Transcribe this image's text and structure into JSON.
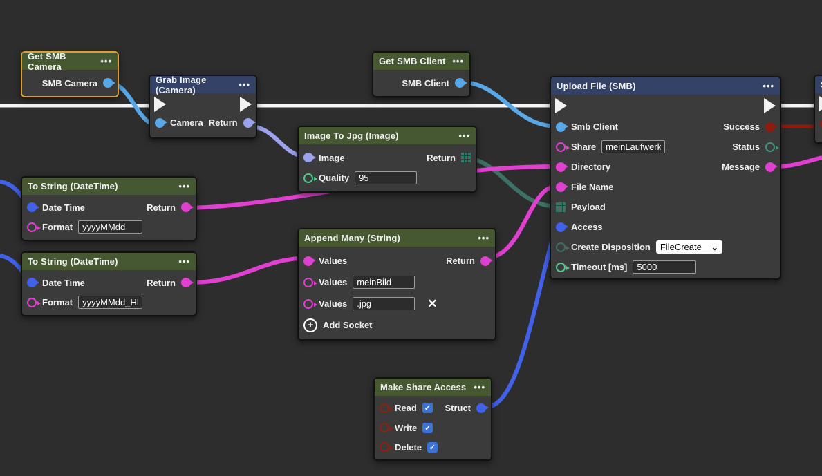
{
  "icons": {
    "menu": "•••",
    "check": "✓",
    "delete": "✕",
    "add": "+",
    "chevron": "⌄"
  },
  "colors": {
    "canvas_bg": "#2d2d2d",
    "node_bg": "#3b3b3b",
    "header_green": "#455831",
    "header_blue": "#344268",
    "selection_orange": "#dd9e33",
    "wire_exec_white": "#f2f2f2",
    "wire_light_blue": "#58a8e8",
    "wire_periwinkle": "#9ba3ed",
    "wire_magenta": "#e040d0",
    "wire_teal": "#3c7265",
    "wire_royal_blue": "#4161e8",
    "wire_dark_red": "#8e1d10",
    "pin_green_ring": "#4fc98c",
    "pin_teal": "#2f7a68",
    "checkbox_blue": "#3a72d8"
  },
  "nodes": {
    "get_smb_camera": {
      "title": "Get SMB Camera",
      "output_label": "SMB Camera",
      "selected": true
    },
    "grab_image": {
      "title": "Grab Image (Camera)",
      "input_label": "Camera",
      "output_label": "Return"
    },
    "get_smb_client": {
      "title": "Get SMB Client",
      "output_label": "SMB Client"
    },
    "image_to_jpg": {
      "title": "Image To Jpg (Image)",
      "input_label": "Image",
      "output_label": "Return",
      "quality_label": "Quality",
      "quality_value": "95"
    },
    "to_string_1": {
      "title": "To String (DateTime)",
      "datetime_label": "Date Time",
      "return_label": "Return",
      "format_label": "Format",
      "format_value": "yyyyMMdd"
    },
    "to_string_2": {
      "title": "To String (DateTime)",
      "datetime_label": "Date Time",
      "return_label": "Return",
      "format_label": "Format",
      "format_value": "yyyyMMdd_HH"
    },
    "append_many": {
      "title": "Append Many (String)",
      "values_label": "Values",
      "return_label": "Return",
      "value_fields": [
        "meinBild",
        ".jpg"
      ],
      "add_socket_label": "Add Socket"
    },
    "upload_file": {
      "title": "Upload File (SMB)",
      "inputs": {
        "smb_client": "Smb Client",
        "share": "Share",
        "share_value": "meinLaufwerk",
        "directory": "Directory",
        "file_name": "File Name",
        "payload": "Payload",
        "access": "Access",
        "create_disposition": "Create Disposition",
        "create_disposition_value": "FileCreate",
        "timeout": "Timeout [ms]",
        "timeout_value": "5000"
      },
      "outputs": {
        "success": "Success",
        "status": "Status",
        "message": "Message"
      }
    },
    "make_share_access": {
      "title": "Make Share Access",
      "read_label": "Read",
      "write_label": "Write",
      "delete_label": "Delete",
      "struct_label": "Struct",
      "read_checked": true,
      "write_checked": true,
      "delete_checked": true
    },
    "partial_right": {
      "title": "S"
    }
  },
  "edges": [
    {
      "from": "offscreen-left",
      "to": "Grab Image (Camera).exec-in",
      "signal": "exec",
      "color": "#f2f2f2"
    },
    {
      "from": "Grab Image (Camera).exec-out",
      "to": "Upload File (SMB).exec-in",
      "signal": "exec",
      "color": "#f2f2f2"
    },
    {
      "from": "Upload File (SMB).exec-out",
      "to": "S….exec-in",
      "signal": "exec",
      "color": "#f2f2f2"
    },
    {
      "from": "Get SMB Camera.SMB Camera",
      "to": "Grab Image (Camera).Camera",
      "color": "#58a8e8"
    },
    {
      "from": "Get SMB Client.SMB Client",
      "to": "Upload File (SMB).Smb Client",
      "color": "#58a8e8"
    },
    {
      "from": "Grab Image (Camera).Return",
      "to": "Image To Jpg (Image).Image",
      "color": "#9ba3ed"
    },
    {
      "from": "Image To Jpg (Image).Return",
      "to": "Upload File (SMB).Payload",
      "color": "#3c7265"
    },
    {
      "from": "To String (DateTime)#1.Return",
      "to": "Upload File (SMB).Directory",
      "color": "#e040d0"
    },
    {
      "from": "To String (DateTime)#2.Return",
      "to": "Append Many (String).Values",
      "color": "#e040d0"
    },
    {
      "from": "Append Many (String).Return",
      "to": "Upload File (SMB).File Name",
      "color": "#e040d0"
    },
    {
      "from": "Make Share Access.Struct",
      "to": "Upload File (SMB).Access",
      "color": "#4161e8"
    },
    {
      "from": "Upload File (SMB).Success",
      "to": "S….input",
      "color": "#8e1d10"
    },
    {
      "from": "Upload File (SMB).Message",
      "to": "offscreen-right",
      "color": "#e040d0"
    },
    {
      "from": "offscreen-left",
      "to": "To String (DateTime)#1.Date Time",
      "color": "#4161e8"
    },
    {
      "from": "offscreen-left",
      "to": "To String (DateTime)#2.Date Time",
      "color": "#4161e8"
    }
  ]
}
